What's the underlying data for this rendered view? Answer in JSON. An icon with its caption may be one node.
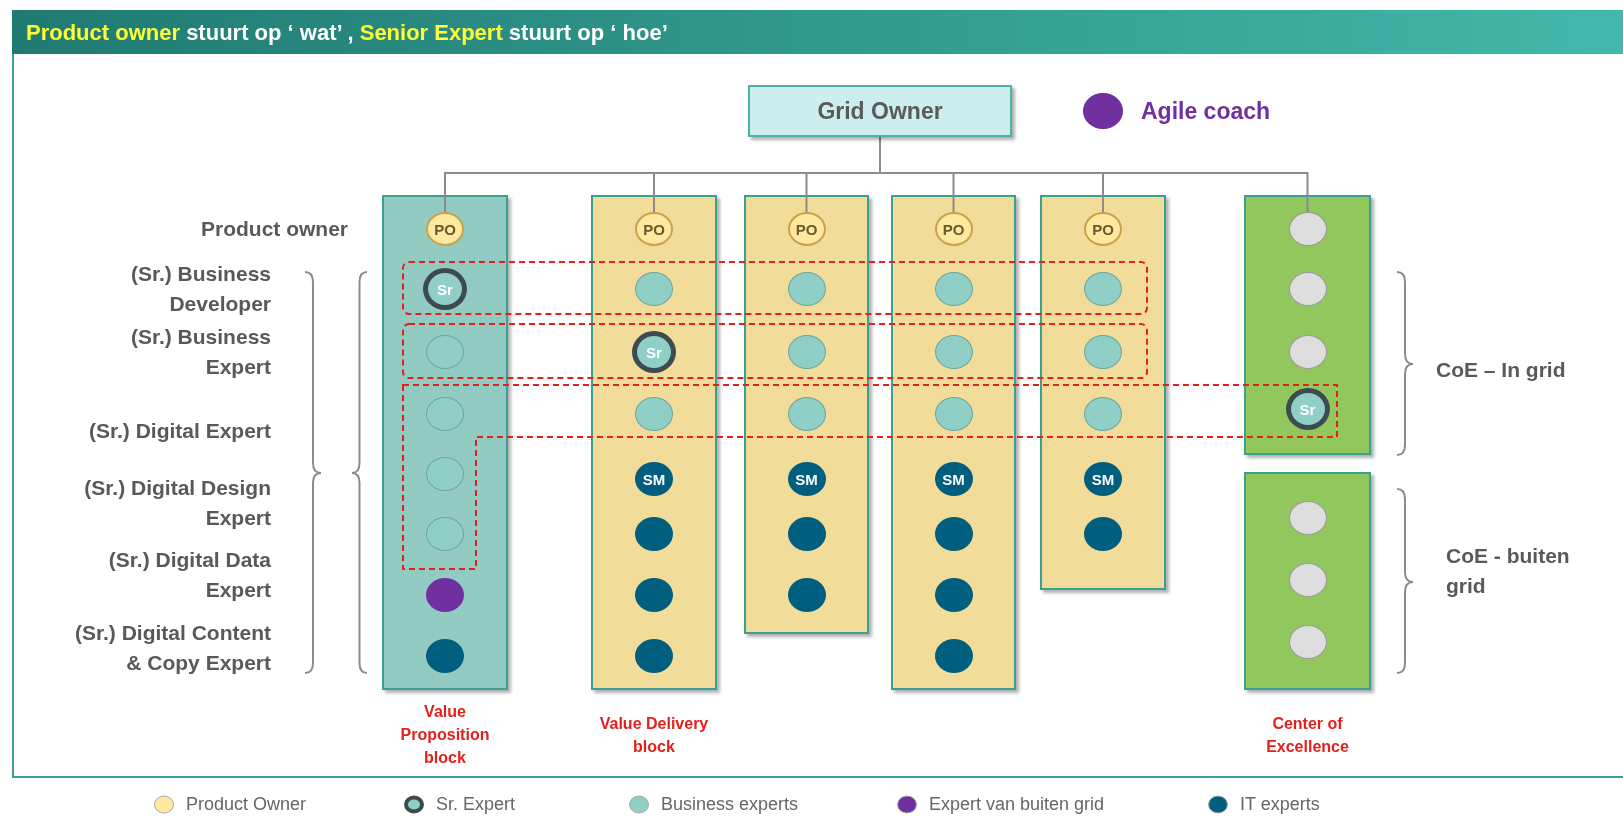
{
  "diagram": {
    "title": "**Product owner** stuurt op ‘ wat’ , **Senior Expert** stuurt op ‘ hoe’",
    "nodes": [
      {
        "text": [
          "Grid Owner"
        ]
      },
      {
        "text": [],
        "shape": "box",
        "beside": [
          "Value Proposition block"
        ]
      },
      {
        "text": [
          "PO"
        ],
        "in": 1
      },
      {
        "text": [
          "Sr"
        ],
        "in": 1
      },
      {
        "text": [],
        "shape": "circle",
        "in": 1
      },
      {
        "text": [],
        "shape": "circle",
        "in": 1
      },
      {
        "text": [],
        "shape": "circle",
        "in": 1
      },
      {
        "text": [],
        "shape": "circle",
        "in": 1
      },
      {
        "text": [],
        "shape": "circle",
        "in": 1
      },
      {
        "text": [],
        "shape": "circle",
        "in": 1
      },
      {
        "text": [],
        "shape": "box",
        "beside": [
          "Value Delivery block"
        ]
      },
      {
        "text": [
          "PO"
        ],
        "in": 10
      },
      {
        "text": [],
        "shape": "circle",
        "in": 10
      },
      {
        "text": [
          "Sr"
        ],
        "in": 10
      },
      {
        "text": [],
        "shape": "circle",
        "in": 10
      },
      {
        "text": [
          "SM"
        ],
        "in": 10
      },
      {
        "text": [],
        "shape": "circle",
        "in": 10
      },
      {
        "text": [],
        "shape": "circle",
        "in": 10
      },
      {
        "text": [],
        "shape": "circle",
        "in": 10
      },
      {
        "text": [],
        "shape": "box"
      },
      {
        "text": [
          "PO"
        ],
        "in": 19
      },
      {
        "text": [],
        "shape": "circle",
        "in": 19
      },
      {
        "text": [],
        "shape": "circle",
        "in": 19
      },
      {
        "text": [],
        "shape": "circle",
        "in": 19
      },
      {
        "text": [
          "SM"
        ],
        "in": 19
      },
      {
        "text": [],
        "shape": "circle",
        "in": 19
      },
      {
        "text": [],
        "shape": "circle",
        "in": 19
      },
      {
        "text": [],
        "shape": "box"
      },
      {
        "text": [
          "PO"
        ],
        "in": 27
      },
      {
        "text": [],
        "shape": "circle",
        "in": 27
      },
      {
        "text": [],
        "shape": "circle",
        "in": 27
      },
      {
        "text": [],
        "shape": "circle",
        "in": 27
      },
      {
        "text": [
          "SM"
        ],
        "in": 27
      },
      {
        "text": [],
        "shape": "circle",
        "in": 27
      },
      {
        "text": [],
        "shape": "circle",
        "in": 27
      },
      {
        "text": [],
        "shape": "circle",
        "in": 27
      },
      {
        "text": [],
        "shape": "box"
      },
      {
        "text": [
          "PO"
        ],
        "in": 36
      },
      {
        "text": [],
        "shape": "circle",
        "in": 36
      },
      {
        "text": [],
        "shape": "circle",
        "in": 36
      },
      {
        "text": [],
        "shape": "circle",
        "in": 36
      },
      {
        "text": [
          "SM"
        ],
        "in": 36
      },
      {
        "text": [],
        "shape": "circle",
        "in": 36
      },
      {
        "text": [],
        "shape": "box"
      },
      {
        "text": [],
        "shape": "circle",
        "in": 43
      },
      {
        "text": [],
        "shape": "circle",
        "in": 43
      },
      {
        "text": [],
        "shape": "circle",
        "in": 43
      },
      {
        "text": [
          "Sr"
        ],
        "in": 43
      },
      {
        "text": [],
        "shape": "box",
        "beside": [
          "Center of Excellence"
        ]
      },
      {
        "text": [],
        "shape": "circle",
        "in": 48
      },
      {
        "text": [],
        "shape": "circle",
        "in": 48
      },
      {
        "text": [],
        "shape": "circle",
        "in": 48
      }
    ],
    "edges": [
      {
        "from": 0,
        "to": 2,
        "arrow": "none"
      },
      {
        "from": 0,
        "to": 11,
        "arrow": "none"
      },
      {
        "from": 0,
        "to": 20,
        "arrow": "none"
      },
      {
        "from": 0,
        "to": 28,
        "arrow": "none"
      },
      {
        "from": 0,
        "to": 37,
        "arrow": "none"
      },
      {
        "from": 0,
        "to": 44,
        "arrow": "none"
      }
    ],
    "labels": [
      "Product owner",
      "(Sr.) Business Developer",
      "(Sr.) Business Expert",
      "(Sr.) Digital Expert",
      "(Sr.) Digital Design Expert",
      "(Sr.) Digital Data Expert",
      "(Sr.) Digital Content & Copy Expert",
      "CoE – In grid",
      "CoE - buiten grid"
    ],
    "legend": [
      {
        "text": "Agile coach",
        "color": "#7030a0"
      },
      {
        "text": "Product Owner",
        "color": "#fde9a0"
      },
      {
        "text": "Sr. Expert"
      },
      {
        "text": "Business experts",
        "color": "#8fcfc6"
      },
      {
        "text": "Expert van buiten grid",
        "color": "#7030a0"
      },
      {
        "text": "IT experts",
        "color": "#005f7f"
      }
    ]
  }
}
